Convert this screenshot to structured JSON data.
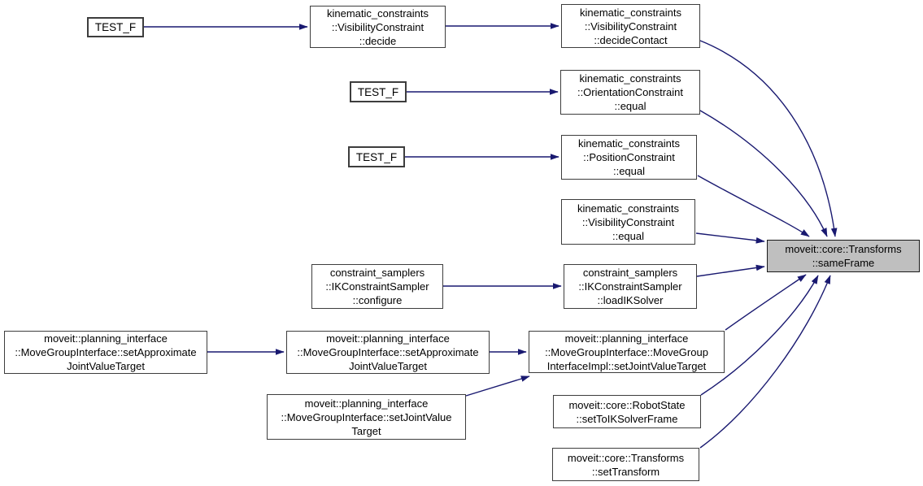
{
  "diagram": {
    "type": "call-graph",
    "target_function": "moveit::core::Transforms::sameFrame",
    "colors": {
      "background": "#ffffff",
      "edge": "#191970",
      "node_fill": "#ffffff",
      "node_border": "#3d3d3d",
      "highlight_fill": "#bfbfbf",
      "text": "#000000"
    }
  },
  "nodes": [
    {
      "id": "test-f-1",
      "label": "TEST_F"
    },
    {
      "id": "visibility-decide",
      "label": "kinematic_constraints\n::VisibilityConstraint\n::decide"
    },
    {
      "id": "visibility-decide-contact",
      "label": "kinematic_constraints\n::VisibilityConstraint\n::decideContact"
    },
    {
      "id": "test-f-2",
      "label": "TEST_F"
    },
    {
      "id": "orientation-equal",
      "label": "kinematic_constraints\n::OrientationConstraint\n::equal"
    },
    {
      "id": "test-f-3",
      "label": "TEST_F"
    },
    {
      "id": "position-equal",
      "label": "kinematic_constraints\n::PositionConstraint\n::equal"
    },
    {
      "id": "visibility-equal",
      "label": "kinematic_constraints\n::VisibilityConstraint\n::equal"
    },
    {
      "id": "ik-sampler-configure",
      "label": "constraint_samplers\n::IKConstraintSampler\n::configure"
    },
    {
      "id": "ik-sampler-load-ik-solver",
      "label": "constraint_samplers\n::IKConstraintSampler\n::loadIKSolver"
    },
    {
      "id": "set-approximate-joint-value-target-1",
      "label": "moveit::planning_interface\n::MoveGroupInterface::setApproximate\nJointValueTarget"
    },
    {
      "id": "set-approximate-joint-value-target-2",
      "label": "moveit::planning_interface\n::MoveGroupInterface::setApproximate\nJointValueTarget"
    },
    {
      "id": "impl-set-joint-value-target",
      "label": "moveit::planning_interface\n::MoveGroupInterface::MoveGroup\nInterfaceImpl::setJointValueTarget"
    },
    {
      "id": "set-joint-value-target",
      "label": "moveit::planning_interface\n::MoveGroupInterface::setJointValue\nTarget"
    },
    {
      "id": "set-to-ik-solver-frame",
      "label": "moveit::core::RobotState\n::setToIKSolverFrame"
    },
    {
      "id": "set-transform",
      "label": "moveit::core::Transforms\n::setTransform"
    },
    {
      "id": "same-frame",
      "label": "moveit::core::Transforms\n::sameFrame"
    }
  ],
  "edges": [
    {
      "from": "test-f-1",
      "to": "visibility-decide"
    },
    {
      "from": "visibility-decide",
      "to": "visibility-decide-contact"
    },
    {
      "from": "test-f-2",
      "to": "orientation-equal"
    },
    {
      "from": "test-f-3",
      "to": "position-equal"
    },
    {
      "from": "ik-sampler-configure",
      "to": "ik-sampler-load-ik-solver"
    },
    {
      "from": "set-approximate-joint-value-target-1",
      "to": "set-approximate-joint-value-target-2"
    },
    {
      "from": "set-approximate-joint-value-target-2",
      "to": "impl-set-joint-value-target"
    },
    {
      "from": "set-joint-value-target",
      "to": "impl-set-joint-value-target"
    },
    {
      "from": "visibility-decide-contact",
      "to": "same-frame"
    },
    {
      "from": "orientation-equal",
      "to": "same-frame"
    },
    {
      "from": "position-equal",
      "to": "same-frame"
    },
    {
      "from": "visibility-equal",
      "to": "same-frame"
    },
    {
      "from": "ik-sampler-load-ik-solver",
      "to": "same-frame"
    },
    {
      "from": "impl-set-joint-value-target",
      "to": "same-frame"
    },
    {
      "from": "set-to-ik-solver-frame",
      "to": "same-frame"
    },
    {
      "from": "set-transform",
      "to": "same-frame"
    }
  ]
}
